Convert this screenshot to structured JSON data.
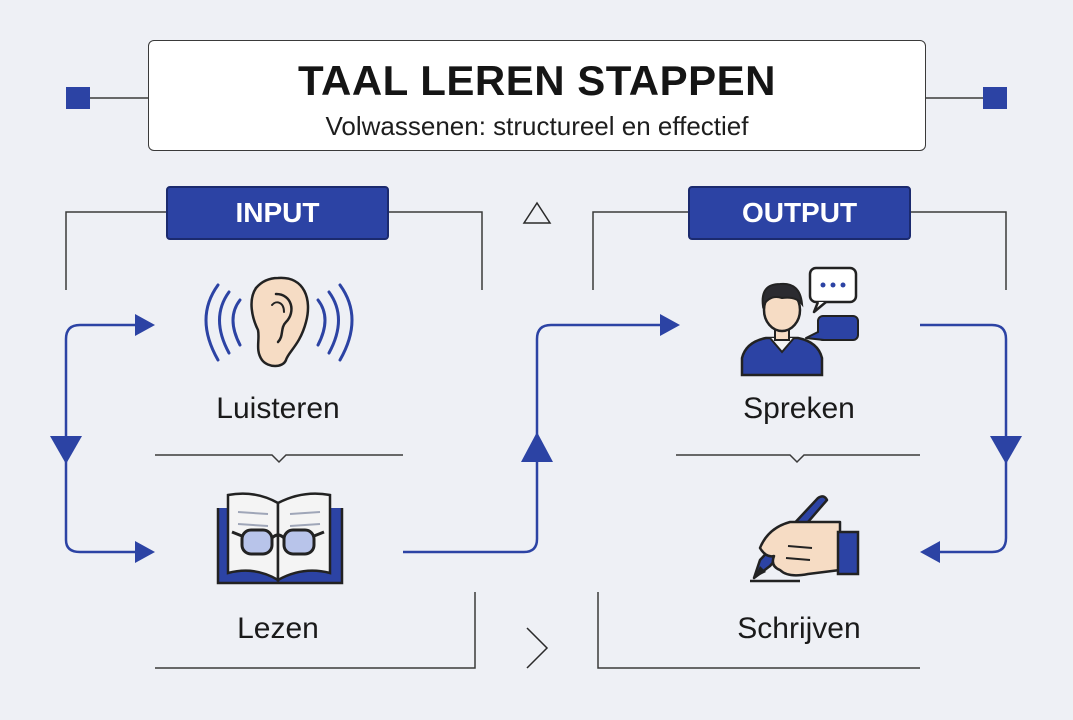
{
  "header": {
    "title": "TAAL LEREN STAPPEN",
    "subtitle": "Volwassenen: structureel en effectief"
  },
  "input_section": {
    "tag": "INPUT",
    "skills": [
      {
        "label": "Luisteren",
        "icon": "ear-icon"
      },
      {
        "label": "Lezen",
        "icon": "open-book-glasses-icon"
      }
    ]
  },
  "output_section": {
    "tag": "OUTPUT",
    "skills": [
      {
        "label": "Spreken",
        "icon": "speaking-person-icon"
      },
      {
        "label": "Schrijven",
        "icon": "hand-writing-pen-icon"
      }
    ]
  },
  "colors": {
    "accent": "#2c43a4",
    "line": "#3a3a3a",
    "background": "#eef0f5",
    "skin": "#f6dcc4"
  }
}
